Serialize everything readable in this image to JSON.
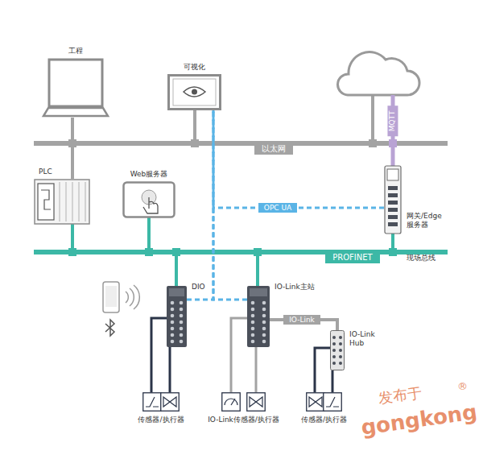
{
  "diagram": {
    "nodes": [
      {
        "text": [
          "工程"
        ]
      },
      {
        "text": [
          "可视化"
        ]
      },
      {
        "text": [
          "PLC"
        ]
      },
      {
        "text": [
          "Web服务器"
        ]
      },
      {
        "text": [
          "网关/Edge服务器"
        ]
      },
      {
        "text": [
          "DIO"
        ]
      },
      {
        "text": [
          "IO-Link主站"
        ]
      },
      {
        "text": [
          "IO-Link Hub"
        ]
      },
      {
        "text": [
          "传感器/执行器"
        ]
      },
      {
        "text": [
          "IO-Link传感器/执行器"
        ]
      },
      {
        "text": [
          "传感器/执行器"
        ]
      }
    ],
    "edges": [
      {
        "from": 6,
        "to": 7,
        "arrow": "none",
        "label": "IO-Link"
      },
      {
        "from": 4,
        "to": 1,
        "arrow": "none",
        "label": "OPC UA"
      },
      {
        "from": 5,
        "to": 1,
        "arrow": "none"
      },
      {
        "from": 6,
        "to": 1,
        "arrow": "none"
      },
      {
        "from": 5,
        "to": 8,
        "arrow": "none"
      },
      {
        "from": 5,
        "to": 8,
        "arrow": "none"
      },
      {
        "from": 6,
        "to": 9,
        "arrow": "none"
      },
      {
        "from": 6,
        "to": 9,
        "arrow": "none"
      },
      {
        "from": 7,
        "to": 10,
        "arrow": "none"
      },
      {
        "from": 7,
        "to": 10,
        "arrow": "none"
      }
    ],
    "labels": [
      "以太网",
      "MQTT",
      "PROFINET",
      "现场总线",
      "发布于",
      "gongkong",
      "®"
    ]
  }
}
